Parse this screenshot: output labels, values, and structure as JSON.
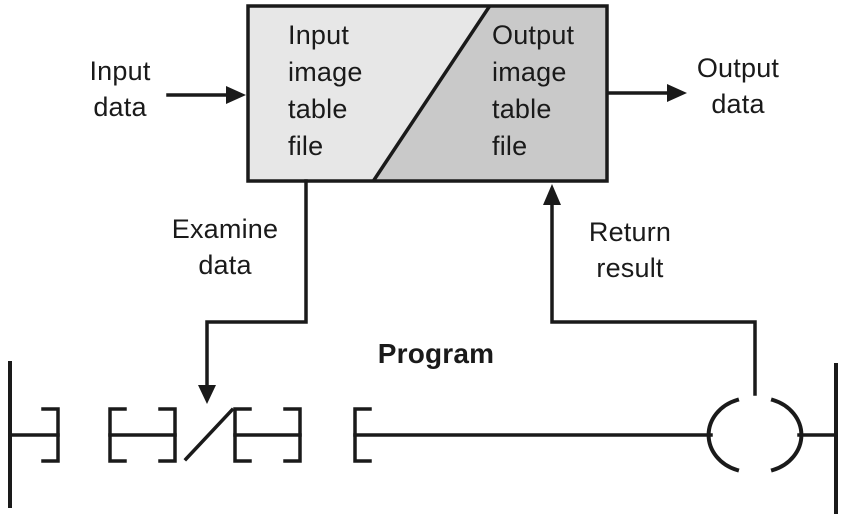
{
  "colors": {
    "line": "#1a1a1a",
    "input_table_fill": "#e7e7e7",
    "output_table_fill": "#c9c9c9",
    "background": "#ffffff"
  },
  "image_table_box": {
    "input_label": "Input\nimage\ntable\nfile",
    "output_label": "Output\nimage\ntable\nfile"
  },
  "flow_labels": {
    "input_data": "Input\ndata",
    "output_data": "Output\ndata",
    "examine_data": "Examine\ndata",
    "return_result": "Return\nresult",
    "program": "Program"
  },
  "ladder": {
    "contact_1": "normally-open contact",
    "contact_2": "normally-closed contact",
    "contact_3": "normally-open contact",
    "coil": "output coil"
  }
}
